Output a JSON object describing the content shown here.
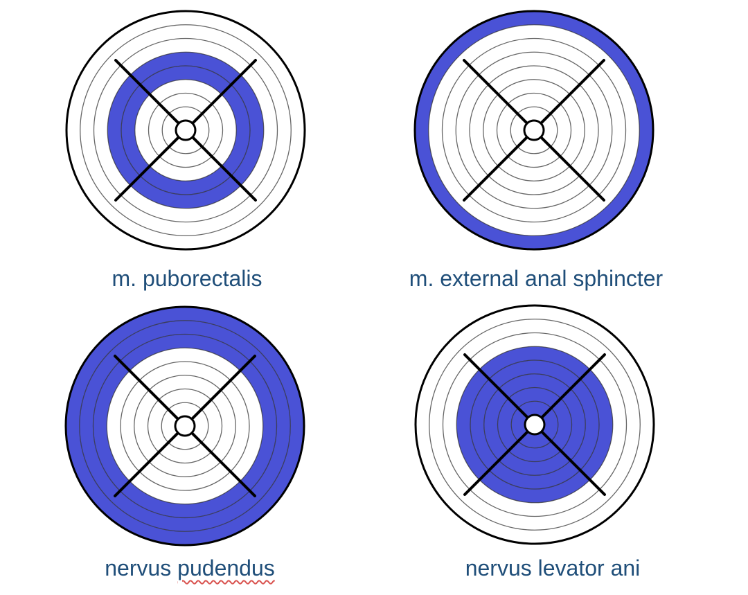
{
  "colors": {
    "fill": "#4a52d6",
    "ring_stroke": "#333333",
    "spoke_stroke": "#000000",
    "caption": "#1f4e79",
    "background": "#ffffff"
  },
  "diagram": {
    "ring_count": 8,
    "panels": [
      {
        "caption": "m. puborectalis",
        "filled_rings": [
          3,
          4
        ]
      },
      {
        "caption": "m. external anal sphincter",
        "filled_rings": [
          7
        ]
      },
      {
        "caption_parts": [
          "nervus",
          "pudendus"
        ],
        "filled_rings": [
          5,
          6,
          7
        ]
      },
      {
        "caption": "nervus levator ani",
        "filled_rings": [
          0,
          1,
          2,
          3,
          4
        ]
      }
    ]
  }
}
